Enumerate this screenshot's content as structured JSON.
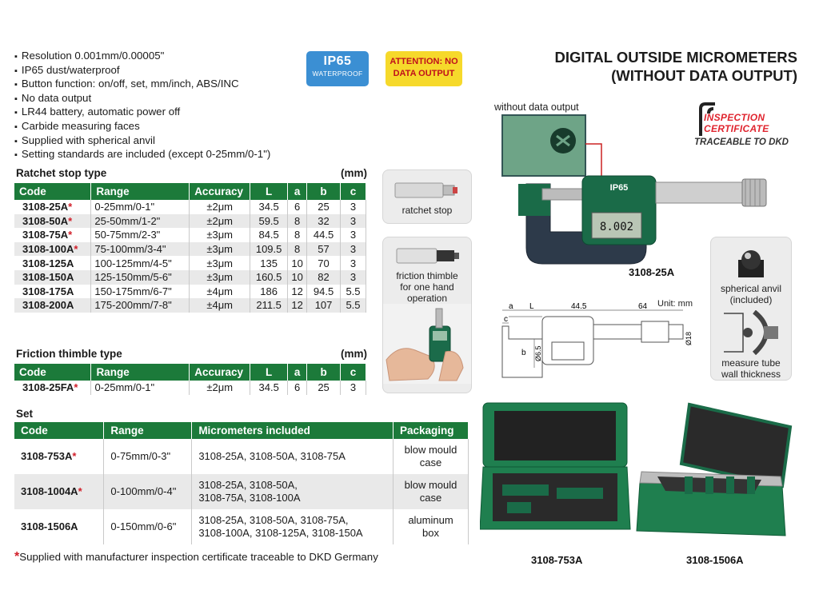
{
  "features": [
    "Resolution 0.001mm/0.00005\"",
    "IP65 dust/waterproof",
    "Button function: on/off, set, mm/inch, ABS/INC",
    "No data output",
    "LR44 battery, automatic power off",
    "Carbide measuring faces",
    "Supplied with spherical anvil",
    "Setting standards are included (except 0-25mm/0-1\")"
  ],
  "badges": {
    "ip_main": "IP65",
    "ip_sub": "WATERPROOF",
    "attention_line1": "ATTENTION: NO",
    "attention_line2": "DATA OUTPUT"
  },
  "title": {
    "line1": "DIGITAL OUTSIDE MICROMETERS",
    "line2": "(WITHOUT DATA OUTPUT)"
  },
  "inspection": {
    "line1": "INSPECTION",
    "line2": "CERTIFICATE",
    "line3": "TRACEABLE TO DKD"
  },
  "ratchet": {
    "title": "Ratchet stop type",
    "unit": "(mm)",
    "headers": [
      "Code",
      "Range",
      "Accuracy",
      "L",
      "a",
      "b",
      "c"
    ],
    "rows": [
      {
        "code": "3108-25A",
        "star": "*",
        "range": "0-25mm/0-1\"",
        "accuracy": "±2μm",
        "L": "34.5",
        "a": "6",
        "b": "25",
        "c": "3"
      },
      {
        "code": "3108-50A",
        "star": "*",
        "range": "25-50mm/1-2\"",
        "accuracy": "±2μm",
        "L": "59.5",
        "a": "8",
        "b": "32",
        "c": "3"
      },
      {
        "code": "3108-75A",
        "star": "*",
        "range": "50-75mm/2-3\"",
        "accuracy": "±3μm",
        "L": "84.5",
        "a": "8",
        "b": "44.5",
        "c": "3"
      },
      {
        "code": "3108-100A",
        "star": "*",
        "range": "75-100mm/3-4\"",
        "accuracy": "±3μm",
        "L": "109.5",
        "a": "8",
        "b": "57",
        "c": "3"
      },
      {
        "code": "3108-125A",
        "star": "",
        "range": "100-125mm/4-5\"",
        "accuracy": "±3μm",
        "L": "135",
        "a": "10",
        "b": "70",
        "c": "3"
      },
      {
        "code": "3108-150A",
        "star": "",
        "range": "125-150mm/5-6\"",
        "accuracy": "±3μm",
        "L": "160.5",
        "a": "10",
        "b": "82",
        "c": "3"
      },
      {
        "code": "3108-175A",
        "star": "",
        "range": "150-175mm/6-7\"",
        "accuracy": "±4μm",
        "L": "186",
        "a": "12",
        "b": "94.5",
        "c": "5.5"
      },
      {
        "code": "3108-200A",
        "star": "",
        "range": "175-200mm/7-8\"",
        "accuracy": "±4μm",
        "L": "211.5",
        "a": "12",
        "b": "107",
        "c": "5.5"
      }
    ]
  },
  "friction": {
    "title": "Friction thimble type",
    "unit": "(mm)",
    "headers": [
      "Code",
      "Range",
      "Accuracy",
      "L",
      "a",
      "b",
      "c"
    ],
    "rows": [
      {
        "code": "3108-25FA",
        "star": "*",
        "range": "0-25mm/0-1\"",
        "accuracy": "±2μm",
        "L": "34.5",
        "a": "6",
        "b": "25",
        "c": "3"
      }
    ]
  },
  "set": {
    "title": "Set",
    "headers": [
      "Code",
      "Range",
      "Micrometers included",
      "Packaging"
    ],
    "rows": [
      {
        "code": "3108-753A",
        "star": "*",
        "range": "0-75mm/0-3\"",
        "included_1": "3108-25A, 3108-50A, 3108-75A",
        "included_2": "",
        "pack_1": "blow mould",
        "pack_2": "case"
      },
      {
        "code": "3108-1004A",
        "star": "*",
        "range": "0-100mm/0-4\"",
        "included_1": "3108-25A, 3108-50A,",
        "included_2": "3108-75A, 3108-100A",
        "pack_1": "blow mould",
        "pack_2": "case"
      },
      {
        "code": "3108-1506A",
        "star": "",
        "range": "0-150mm/0-6\"",
        "included_1": "3108-25A, 3108-50A, 3108-75A,",
        "included_2": "3108-100A, 3108-125A, 3108-150A",
        "pack_1": "aluminum",
        "pack_2": "box"
      }
    ]
  },
  "footnote": {
    "star": "*",
    "text": "Supplied with manufacturer inspection certificate traceable to DKD Germany"
  },
  "callouts": {
    "ratchet_stop": "ratchet stop",
    "friction_line1": "friction thimble",
    "friction_line2": "for one hand",
    "friction_line3": "operation",
    "anvil_line1": "spherical anvil",
    "anvil_line2": "(included)",
    "tube_line1": "measure tube",
    "tube_line2": "wall thickness"
  },
  "images": {
    "without_data_output": "without data output",
    "micrometer_caption": "3108-25A",
    "display_reading": "8.002",
    "ip65_label": "IP65",
    "set1_caption": "3108-753A",
    "set2_caption": "3108-1506A"
  },
  "dimensions": {
    "unit": "Unit: mm",
    "a": "a",
    "L": "L",
    "c": "c",
    "b": "b",
    "d1": "44.5",
    "d2": "64",
    "phi1": "Ø6.5",
    "phi2": "Ø18"
  },
  "colors": {
    "table_header": "#1c7a3a",
    "star": "#d11f2a",
    "ip_badge": "#3b8fd3",
    "attention_badge": "#f6d92b"
  }
}
